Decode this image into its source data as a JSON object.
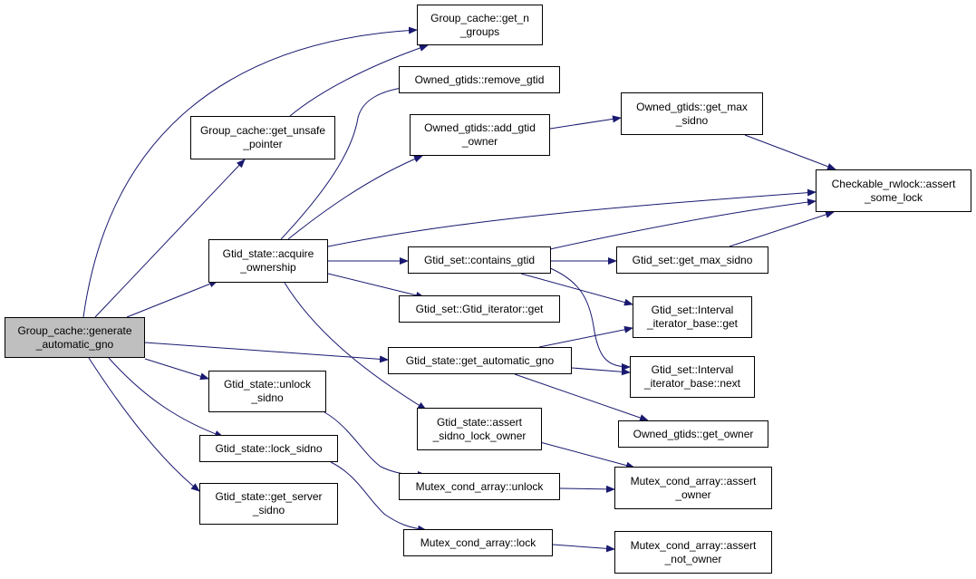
{
  "colors": {
    "edge": "#191970",
    "root_fill": "#bfbfbf",
    "node_fill": "#ffffff",
    "border": "#000000"
  },
  "nodes": [
    {
      "id": "generate",
      "label": "Group_cache::generate\n_automatic_gno",
      "root": true
    },
    {
      "id": "get_n_groups",
      "label": "Group_cache::get_n\n_groups"
    },
    {
      "id": "get_unsafe",
      "label": "Group_cache::get_unsafe\n_pointer"
    },
    {
      "id": "remove_gtid",
      "label": "Owned_gtids::remove_gtid"
    },
    {
      "id": "add_gtid_owner",
      "label": "Owned_gtids::add_gtid\n_owner"
    },
    {
      "id": "get_max_sidno_og",
      "label": "Owned_gtids::get_max\n_sidno"
    },
    {
      "id": "assert_some_lock",
      "label": "Checkable_rwlock::assert\n_some_lock"
    },
    {
      "id": "acquire_ownership",
      "label": "Gtid_state::acquire\n_ownership"
    },
    {
      "id": "contains_gtid",
      "label": "Gtid_set::contains_gtid"
    },
    {
      "id": "gs_get_max_sidno",
      "label": "Gtid_set::get_max_sidno"
    },
    {
      "id": "gtid_iterator_get",
      "label": "Gtid_set::Gtid_iterator::get"
    },
    {
      "id": "interval_get",
      "label": "Gtid_set::Interval\n_iterator_base::get"
    },
    {
      "id": "get_automatic_gno",
      "label": "Gtid_state::get_automatic_gno"
    },
    {
      "id": "interval_next",
      "label": "Gtid_set::Interval\n_iterator_base::next"
    },
    {
      "id": "unlock_sidno",
      "label": "Gtid_state::unlock\n_sidno"
    },
    {
      "id": "assert_sidno_lock_owner",
      "label": "Gtid_state::assert\n_sidno_lock_owner"
    },
    {
      "id": "get_owner",
      "label": "Owned_gtids::get_owner"
    },
    {
      "id": "lock_sidno",
      "label": "Gtid_state::lock_sidno"
    },
    {
      "id": "mca_unlock",
      "label": "Mutex_cond_array::unlock"
    },
    {
      "id": "mca_assert_owner",
      "label": "Mutex_cond_array::assert\n_owner"
    },
    {
      "id": "get_server_sidno",
      "label": "Gtid_state::get_server\n_sidno"
    },
    {
      "id": "mca_lock",
      "label": "Mutex_cond_array::lock"
    },
    {
      "id": "mca_assert_not_owner",
      "label": "Mutex_cond_array::assert\n_not_owner"
    }
  ],
  "edges": [
    {
      "from": "generate",
      "to": "get_n_groups"
    },
    {
      "from": "generate",
      "to": "get_unsafe"
    },
    {
      "from": "generate",
      "to": "acquire_ownership"
    },
    {
      "from": "generate",
      "to": "get_automatic_gno"
    },
    {
      "from": "generate",
      "to": "unlock_sidno"
    },
    {
      "from": "generate",
      "to": "lock_sidno"
    },
    {
      "from": "generate",
      "to": "get_server_sidno"
    },
    {
      "from": "get_unsafe",
      "to": "get_n_groups"
    },
    {
      "from": "acquire_ownership",
      "to": "remove_gtid"
    },
    {
      "from": "acquire_ownership",
      "to": "add_gtid_owner"
    },
    {
      "from": "acquire_ownership",
      "to": "assert_some_lock"
    },
    {
      "from": "acquire_ownership",
      "to": "contains_gtid"
    },
    {
      "from": "acquire_ownership",
      "to": "gtid_iterator_get"
    },
    {
      "from": "acquire_ownership",
      "to": "assert_sidno_lock_owner"
    },
    {
      "from": "add_gtid_owner",
      "to": "get_max_sidno_og"
    },
    {
      "from": "get_max_sidno_og",
      "to": "assert_some_lock"
    },
    {
      "from": "contains_gtid",
      "to": "assert_some_lock"
    },
    {
      "from": "contains_gtid",
      "to": "gs_get_max_sidno"
    },
    {
      "from": "contains_gtid",
      "to": "interval_get"
    },
    {
      "from": "contains_gtid",
      "to": "interval_next"
    },
    {
      "from": "gs_get_max_sidno",
      "to": "assert_some_lock"
    },
    {
      "from": "get_automatic_gno",
      "to": "interval_get"
    },
    {
      "from": "get_automatic_gno",
      "to": "interval_next"
    },
    {
      "from": "get_automatic_gno",
      "to": "get_owner"
    },
    {
      "from": "unlock_sidno",
      "to": "mca_unlock"
    },
    {
      "from": "lock_sidno",
      "to": "mca_lock"
    },
    {
      "from": "assert_sidno_lock_owner",
      "to": "mca_assert_owner"
    },
    {
      "from": "mca_unlock",
      "to": "mca_assert_owner"
    },
    {
      "from": "mca_lock",
      "to": "mca_assert_not_owner"
    }
  ]
}
